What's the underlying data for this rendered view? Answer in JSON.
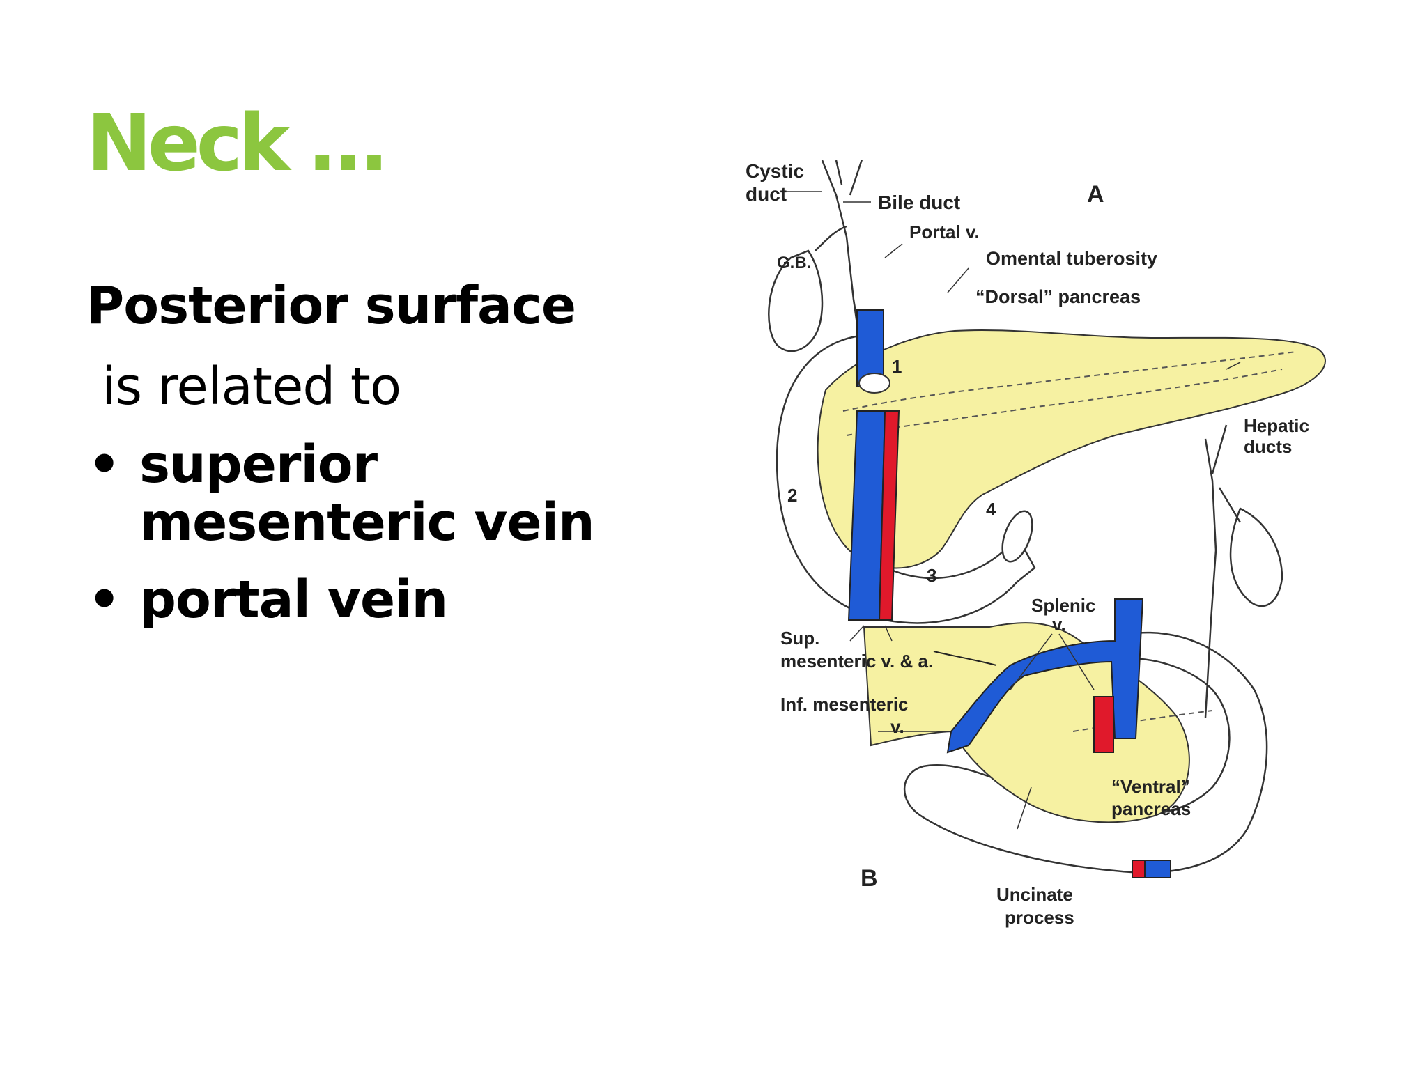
{
  "slide": {
    "title": "Neck …",
    "heading": "Posterior surface",
    "subline": "is related to",
    "bullet_char": "•",
    "bullets": [
      "superior mesenteric vein",
      "portal vein"
    ],
    "colors": {
      "title": "#8CC63F",
      "pancreas": "#F6F1A2",
      "vein": "#1F5BD6",
      "artery": "#E0192B"
    }
  },
  "figure": {
    "panel_a": "A",
    "panel_b": "B",
    "cystic_duct": [
      "Cystic",
      "duct"
    ],
    "bile_duct": "Bile duct",
    "portal_v": "Portal v.",
    "gb": "G.B.",
    "omental_tuberosity": "Omental tuberosity",
    "dorsal_pancreas": "“Dorsal” pancreas",
    "hepatic_ducts": [
      "Hepatic",
      "ducts"
    ],
    "num1": "1",
    "num2": "2",
    "num3": "3",
    "num4": "4",
    "sup_mesenteric": [
      "Sup.",
      "mesenteric v. & a."
    ],
    "splenic_v": [
      "Splenic",
      "v."
    ],
    "inf_mesenteric": [
      "Inf. mesenteric",
      "v."
    ],
    "ventral_pancreas": [
      "“Ventral”",
      "pancreas"
    ],
    "uncinate": [
      "Uncinate",
      "process"
    ]
  }
}
